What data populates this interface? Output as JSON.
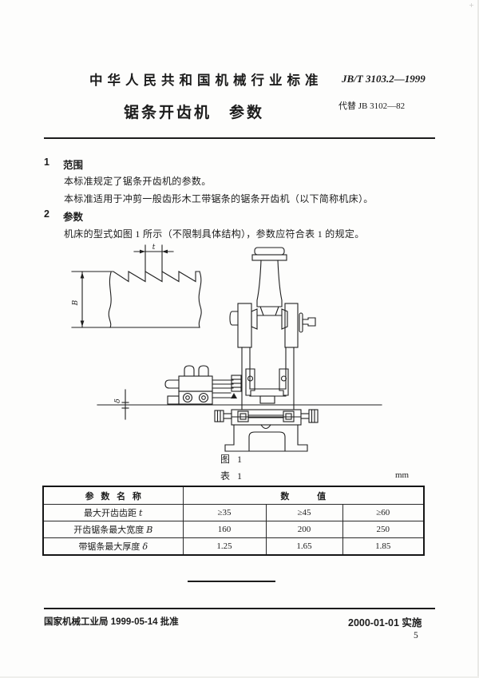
{
  "header": {
    "standard_org": "中华人民共和国机械行业标准",
    "standard_code": "JB/T 3103.2—1999",
    "title": "锯条开齿机　参数",
    "replaces": "代替 JB 3102—82"
  },
  "sections": [
    {
      "number": "1",
      "heading": "范围",
      "paragraphs": [
        "本标准规定了锯条开齿机的参数。",
        "本标准适用于冲剪一般齿形木工带锯条的锯条开齿机（以下简称机床）。"
      ]
    },
    {
      "number": "2",
      "heading": "参数",
      "paragraphs": [
        "机床的型式如图 1 所示（不限制具体结构），参数应符合表 1 的规定。"
      ]
    }
  ],
  "figure": {
    "caption": "图 1",
    "labels": {
      "pitch": "t",
      "width": "B",
      "thickness": "δ"
    }
  },
  "table": {
    "caption": "表 1",
    "unit": "mm",
    "header": {
      "param_col": "参 数 名 称",
      "value_col": "数 值"
    },
    "rows": [
      {
        "name": "最大开齿齿距",
        "symbol": "t",
        "values": [
          "≥35",
          "≥45",
          "≥60"
        ]
      },
      {
        "name": "开齿锯条最大宽度",
        "symbol": "B",
        "values": [
          "160",
          "200",
          "250"
        ]
      },
      {
        "name": "带锯条最大厚度",
        "symbol": "δ",
        "values": [
          "1.25",
          "1.65",
          "1.85"
        ]
      }
    ]
  },
  "footer": {
    "approval": "国家机械工业局 1999-05-14 批准",
    "implementation": "2000-01-01 实施",
    "page_number": "5"
  }
}
